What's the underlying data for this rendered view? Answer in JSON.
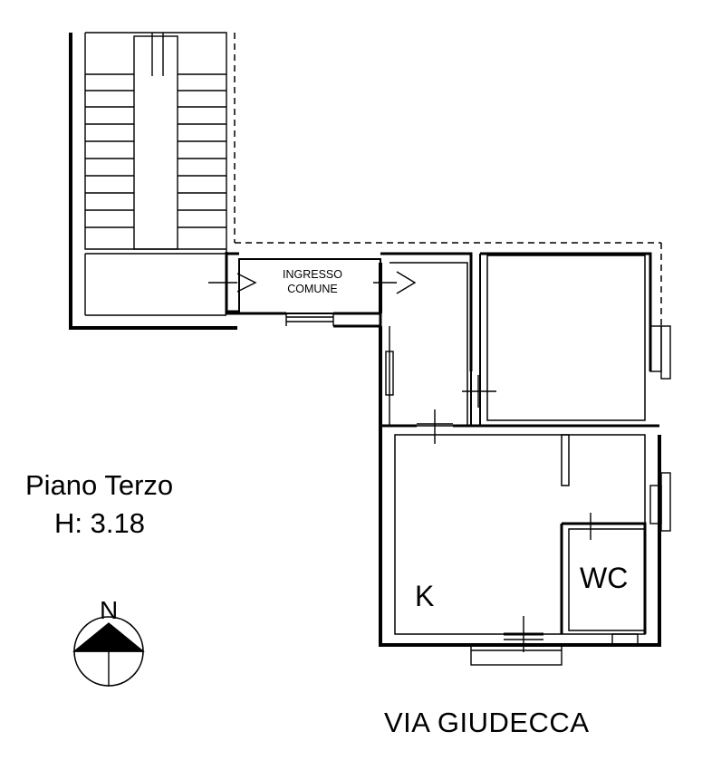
{
  "plan": {
    "floor_title": "Piano Terzo",
    "floor_height": "H: 3.18",
    "street_name": "VIA GIUDECCA",
    "north_label": "N",
    "rooms": {
      "common_entrance_line1": "INGRESSO",
      "common_entrance_line2": "COMUNE",
      "kitchen": "K",
      "bathroom": "WC"
    }
  },
  "colors": {
    "line": "#000000",
    "background": "#ffffff"
  }
}
